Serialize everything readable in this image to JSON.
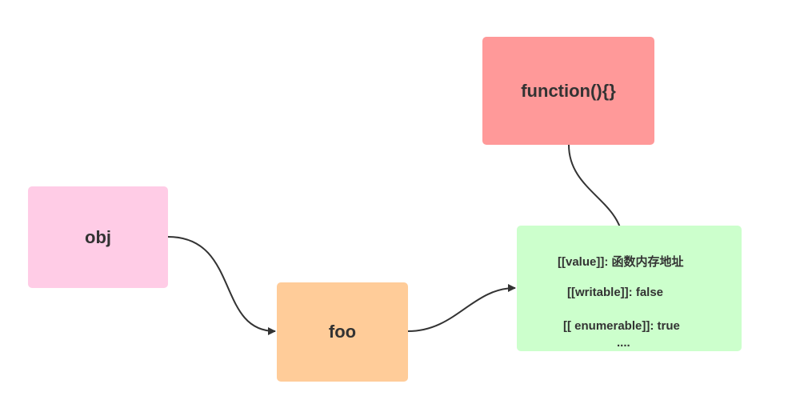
{
  "nodes": {
    "function": {
      "label": "function(){}",
      "color": "#ff9999"
    },
    "obj": {
      "label": "obj",
      "color": "#ffcce6"
    },
    "foo": {
      "label": "foo",
      "color": "#ffcc99"
    },
    "descriptor": {
      "color": "#ccffcc",
      "lines": [
        "[[value]]: 函数内存地址",
        "[[writable]]: false",
        "[[ enumerable]]: true",
        "...."
      ]
    }
  },
  "edges": [
    {
      "from": "obj",
      "to": "foo"
    },
    {
      "from": "foo",
      "to": "descriptor"
    },
    {
      "from": "function",
      "to": "descriptor"
    }
  ],
  "edge_color": "#333333"
}
